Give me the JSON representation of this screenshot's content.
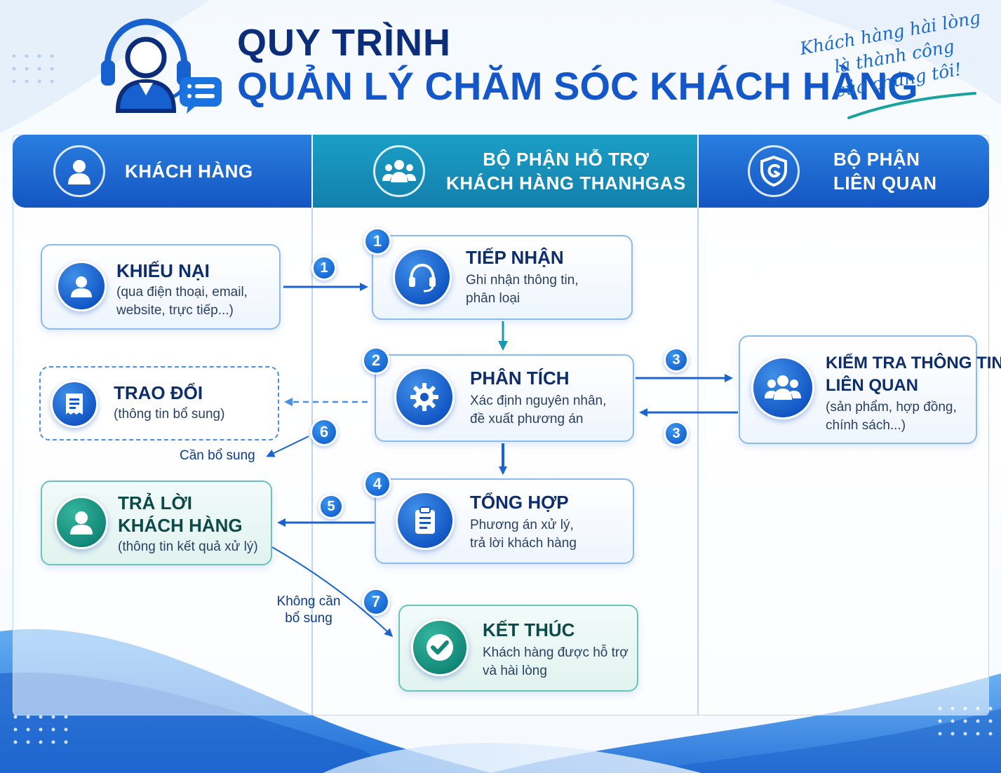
{
  "header": {
    "title_line1": "QUY TRÌNH",
    "title_line2": "QUẢN LÝ CHĂM SÓC KHÁCH HÀNG",
    "slogan": [
      "Khách hàng hài lòng",
      "là thành công",
      "của chúng tôi!"
    ]
  },
  "lanes": [
    {
      "label": "KHÁCH HÀNG",
      "icon": "user-icon"
    },
    {
      "label_line1": "BỘ PHẬN HỖ TRỢ",
      "label_line2": "KHÁCH HÀNG THANHGAS",
      "icon": "group-icon"
    },
    {
      "label_line1": "BỘ PHẬN",
      "label_line2": "LIÊN QUAN",
      "icon": "shield-icon"
    }
  ],
  "nodes": {
    "khieu_nai": {
      "title": "KHIẾU NẠI",
      "desc1": "(qua điện thoại, email,",
      "desc2": "website, trực tiếp...)",
      "icon": "user-icon"
    },
    "trao_doi": {
      "title": "TRAO ĐỔI",
      "desc1": "(thông tin bổ sung)",
      "icon": "document-icon"
    },
    "tra_loi": {
      "title1": "TRẢ LỜI",
      "title2": "KHÁCH HÀNG",
      "desc1": "(thông tin kết quả xử lý)",
      "icon": "user-icon"
    },
    "tiep_nhan": {
      "step": "1",
      "title": "TIẾP NHẬN",
      "desc1": "Ghi nhận thông tin,",
      "desc2": "phân loại",
      "icon": "headset-icon"
    },
    "phan_tich": {
      "step": "2",
      "title": "PHÂN TÍCH",
      "desc1": "Xác định nguyên nhân,",
      "desc2": "đề xuất phương án",
      "icon": "gear-icon"
    },
    "tong_hop": {
      "step": "4",
      "title": "TỔNG HỢP",
      "desc1": "Phương án xử lý,",
      "desc2": "trả lời khách hàng",
      "icon": "clipboard-icon"
    },
    "ket_thuc": {
      "title": "KẾT THÚC",
      "desc1": "Khách hàng được hỗ trợ",
      "desc2": "và hài lòng",
      "icon": "check-icon"
    },
    "kiem_tra": {
      "title1": "KIỂM TRA THÔNG TIN",
      "title2": "LIÊN QUAN",
      "desc1": "(sản phẩm, hợp đồng,",
      "desc2": "chính sách...)",
      "icon": "group-icon"
    }
  },
  "edges": {
    "e1": "1",
    "e3_out": "3",
    "e3_back": "3",
    "e5": "5",
    "e6": "6",
    "e7": "7",
    "can_bo_sung": "Cần bổ sung",
    "khong_can_1": "Không cần",
    "khong_can_2": "bổ sung"
  },
  "colors": {
    "primary_blue": "#1457c8",
    "teal": "#127fab",
    "green": "#13897a",
    "navy": "#0b2d7a"
  }
}
